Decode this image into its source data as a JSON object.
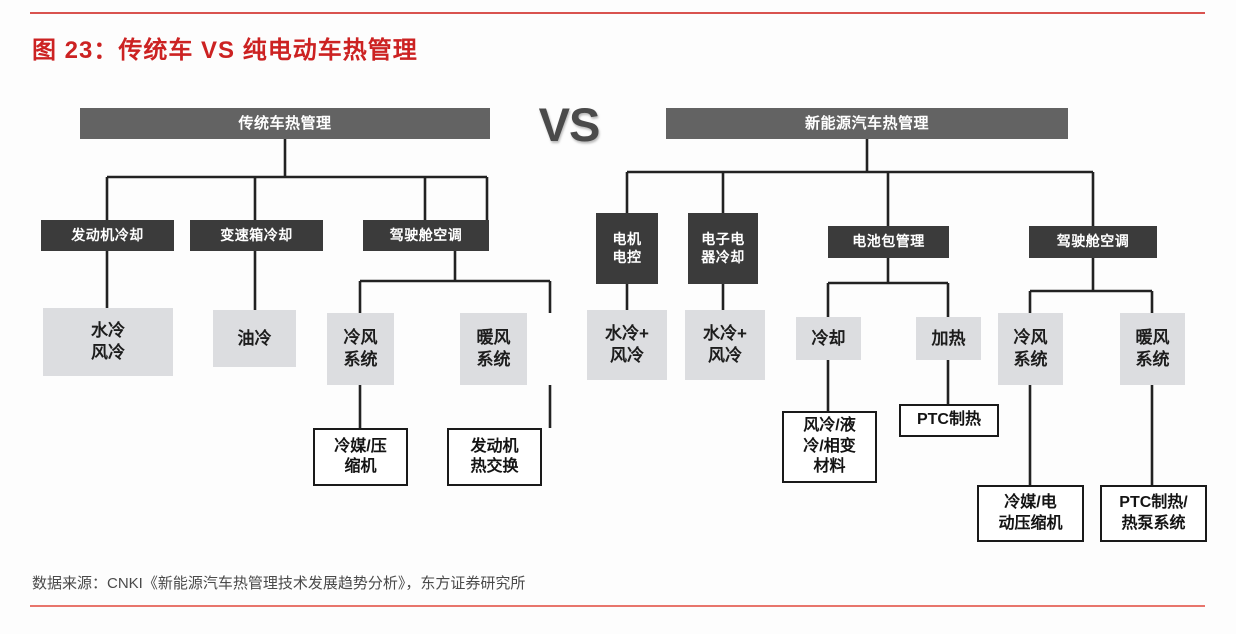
{
  "figure": {
    "title": "图 23：传统车 VS 纯电动车热管理",
    "source": "数据来源：CNKI《新能源汽车热管理技术发展趋势分析》，东方证券研究所",
    "vs_label": "VS",
    "accent_color": "#cc2222",
    "rule_color": "#d9534f",
    "header_box_color": "#636363",
    "dark_box_color": "#3b3b3b",
    "grey_box_color": "#dcdde0",
    "line_color": "#222222"
  },
  "chart_data": {
    "type": "diagram",
    "title": "图 23：传统车 VS 纯电动车热管理",
    "subtitle": "",
    "comparison_label": "VS",
    "trees": [
      {
        "id": "conventional",
        "root": "传统车热管理",
        "branches": [
          {
            "label": "发动机冷却",
            "children": [
              {
                "label": "水冷\n风冷",
                "children": []
              }
            ]
          },
          {
            "label": "变速箱冷却",
            "children": [
              {
                "label": "油冷",
                "children": []
              }
            ]
          },
          {
            "label": "驾驶舱空调",
            "children": [
              {
                "label": "冷风\n系统",
                "children": [
                  {
                    "label": "冷媒/压\n缩机"
                  }
                ]
              },
              {
                "label": "暖风\n系统",
                "children": [
                  {
                    "label": "发动机\n热交换"
                  }
                ]
              }
            ]
          }
        ]
      },
      {
        "id": "new-energy",
        "root": "新能源汽车热管理",
        "branches": [
          {
            "label": "电机\n电控",
            "children": [
              {
                "label": "水冷+\n风冷",
                "children": []
              }
            ]
          },
          {
            "label": "电子电\n器冷却",
            "children": [
              {
                "label": "水冷+\n风冷",
                "children": []
              }
            ]
          },
          {
            "label": "电池包管理",
            "children": [
              {
                "label": "冷却",
                "children": [
                  {
                    "label": "风冷/液\n冷/相变\n材料"
                  }
                ]
              },
              {
                "label": "加热",
                "children": [
                  {
                    "label": "PTC制热"
                  }
                ]
              }
            ]
          },
          {
            "label": "驾驶舱空调",
            "children": [
              {
                "label": "冷风\n系统",
                "children": [
                  {
                    "label": "冷媒/电\n动压缩机"
                  }
                ]
              },
              {
                "label": "暖风\n系统",
                "children": [
                  {
                    "label": "PTC制热/\n热泵系统"
                  }
                ]
              }
            ]
          }
        ]
      }
    ]
  },
  "nodes": {
    "left_root": "传统车热管理",
    "left_b1": "发动机冷却",
    "left_b2": "变速箱冷却",
    "left_b3": "驾驶舱空调",
    "left_b1_c1": "水冷\n风冷",
    "left_b2_c1": "油冷",
    "left_b3_c1": "冷风\n系统",
    "left_b3_c2": "暖风\n系统",
    "left_b3_c1_g1": "冷媒/压\n缩机",
    "left_b3_c2_g1": "发动机\n热交换",
    "right_root": "新能源汽车热管理",
    "right_b1": "电机\n电控",
    "right_b2": "电子电\n器冷却",
    "right_b3": "电池包管理",
    "right_b4": "驾驶舱空调",
    "right_b1_c1": "水冷+\n风冷",
    "right_b2_c1": "水冷+\n风冷",
    "right_b3_c1": "冷却",
    "right_b3_c2": "加热",
    "right_b3_c1_g1": "风冷/液\n冷/相变\n材料",
    "right_b3_c2_g1": "PTC制热",
    "right_b4_c1": "冷风\n系统",
    "right_b4_c2": "暖风\n系统",
    "right_b4_c1_g1": "冷媒/电\n动压缩机",
    "right_b4_c2_g1": "PTC制热/\n热泵系统"
  }
}
